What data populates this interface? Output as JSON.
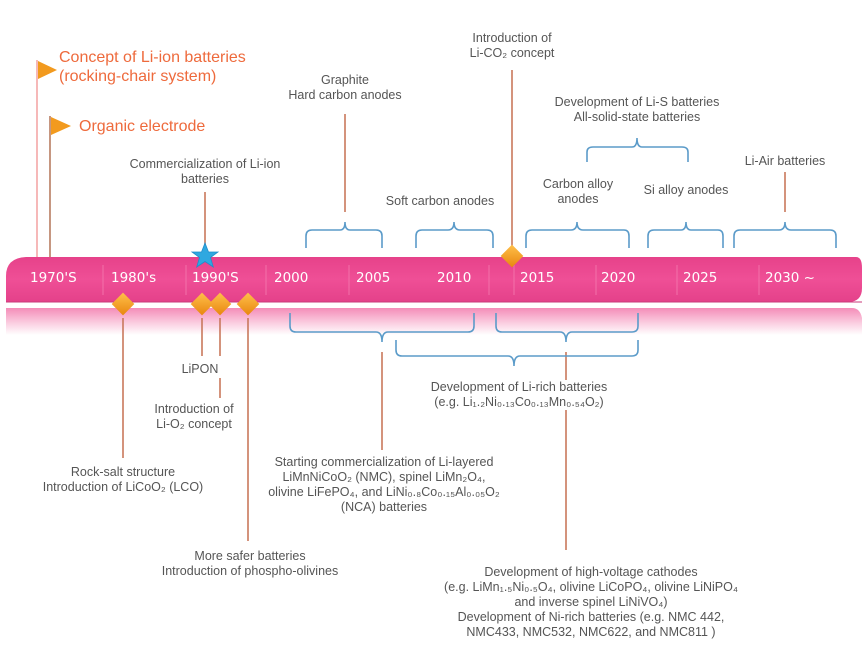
{
  "title": "Timeline of lithium battery development",
  "colors": {
    "band": "#ec4a92",
    "band_dark": "#d83a82",
    "band_reflection": "#f6a9c9",
    "leader_line": "#c9785c",
    "bracket": "#5b9bc9",
    "diamond": "#f39c1f",
    "star": "#2fa8e0",
    "flag": "#f29a1e",
    "flag_text": "#ee6a3c",
    "text": "#555555"
  },
  "timeline": {
    "periods": [
      "1970'S",
      "1980's",
      "1990'S",
      "2000",
      "2005",
      "2010",
      "2015",
      "2020",
      "2025",
      "2030 ~"
    ]
  },
  "flags": [
    {
      "lines": [
        "Concept of Li-ion batteries",
        "(rocking-chair system)"
      ]
    },
    {
      "lines": [
        "Organic electrode"
      ]
    }
  ],
  "events_above": {
    "commercialization": [
      "Commercialization of Li-ion",
      "batteries"
    ],
    "graphite": [
      "Graphite",
      "Hard carbon anodes"
    ],
    "soft_carbon": [
      "Soft carbon anodes"
    ],
    "li_co2": [
      "Introduction of",
      "Li-CO₂ concept"
    ],
    "li_s": [
      "Development of Li-S batteries",
      "All-solid-state batteries"
    ],
    "carbon_alloy": [
      "Carbon alloy",
      "anodes"
    ],
    "si_alloy": [
      "Si alloy anodes"
    ],
    "li_air": [
      "Li-Air batteries"
    ]
  },
  "events_below": {
    "lipon": [
      "LiPON"
    ],
    "li_o2": [
      "Introduction of",
      "Li-O₂ concept"
    ],
    "lco": [
      "Rock-salt structure",
      "Introduction of LiCoO₂ (LCO)"
    ],
    "olivines": [
      "More safer batteries",
      "Introduction of phospho-olivines"
    ],
    "layered": [
      "Starting commercialization of Li-layered",
      "LiMnNiCoO₂ (NMC), spinel LiMn₂O₄,",
      "olivine LiFePO₄, and LiNi₀.₈Co₀.₁₅Al₀.₀₅O₂",
      "(NCA) batteries"
    ],
    "li_rich": [
      "Development of Li-rich batteries",
      "(e.g. Li₁.₂Ni₀.₁₃Co₀.₁₃Mn₀.₅₄O₂)"
    ],
    "high_voltage": [
      "Development of high-voltage cathodes",
      "(e.g. LiMn₁.₅Ni₀.₅O₄, olivine LiCoPO₄, olivine LiNiPO₄",
      "and inverse spinel LiNiVO₄)",
      "Development of  Ni-rich batteries (e.g. NMC 442,",
      "NMC433, NMC532, NMC622, and NMC811 )"
    ]
  }
}
